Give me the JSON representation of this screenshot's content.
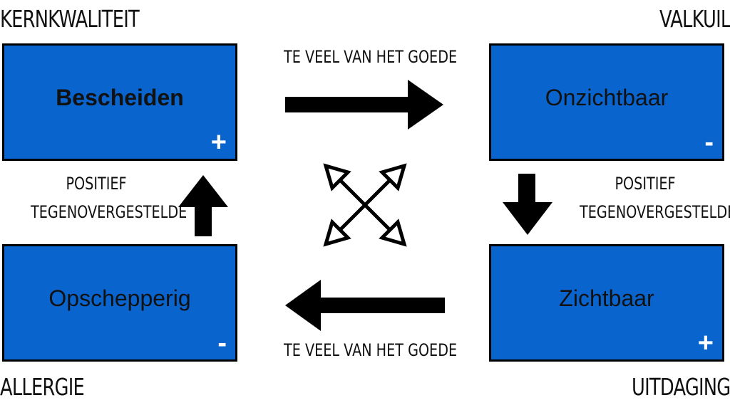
{
  "corners": {
    "top_left": "KERNKWALITEIT",
    "top_right": "VALKUIL",
    "bottom_left": "ALLERGIE",
    "bottom_right": "UITDAGING"
  },
  "boxes": {
    "top_left": {
      "title": "Bescheiden",
      "sign": "+"
    },
    "top_right": {
      "title": "Onzichtbaar",
      "sign": "-"
    },
    "bottom_left": {
      "title": "Opschepperig",
      "sign": "-"
    },
    "bottom_right": {
      "title": "Zichtbaar",
      "sign": "+"
    }
  },
  "arrow_labels": {
    "top": "TE VEEL VAN HET GOEDE",
    "bottom": "TE VEEL VAN HET GOEDE",
    "left_line1": "POSITIEF",
    "left_line2": "TEGENOVERGESTELDE",
    "right_line1": "POSITIEF",
    "right_line2": "TEGENOVERGESTELDE"
  },
  "colors": {
    "box_fill": "#0a64cd",
    "arrow": "#000000"
  },
  "icons": [
    "arrow-right-icon",
    "arrow-left-icon",
    "arrow-up-icon",
    "arrow-down-icon",
    "four-way-arrows-icon"
  ]
}
